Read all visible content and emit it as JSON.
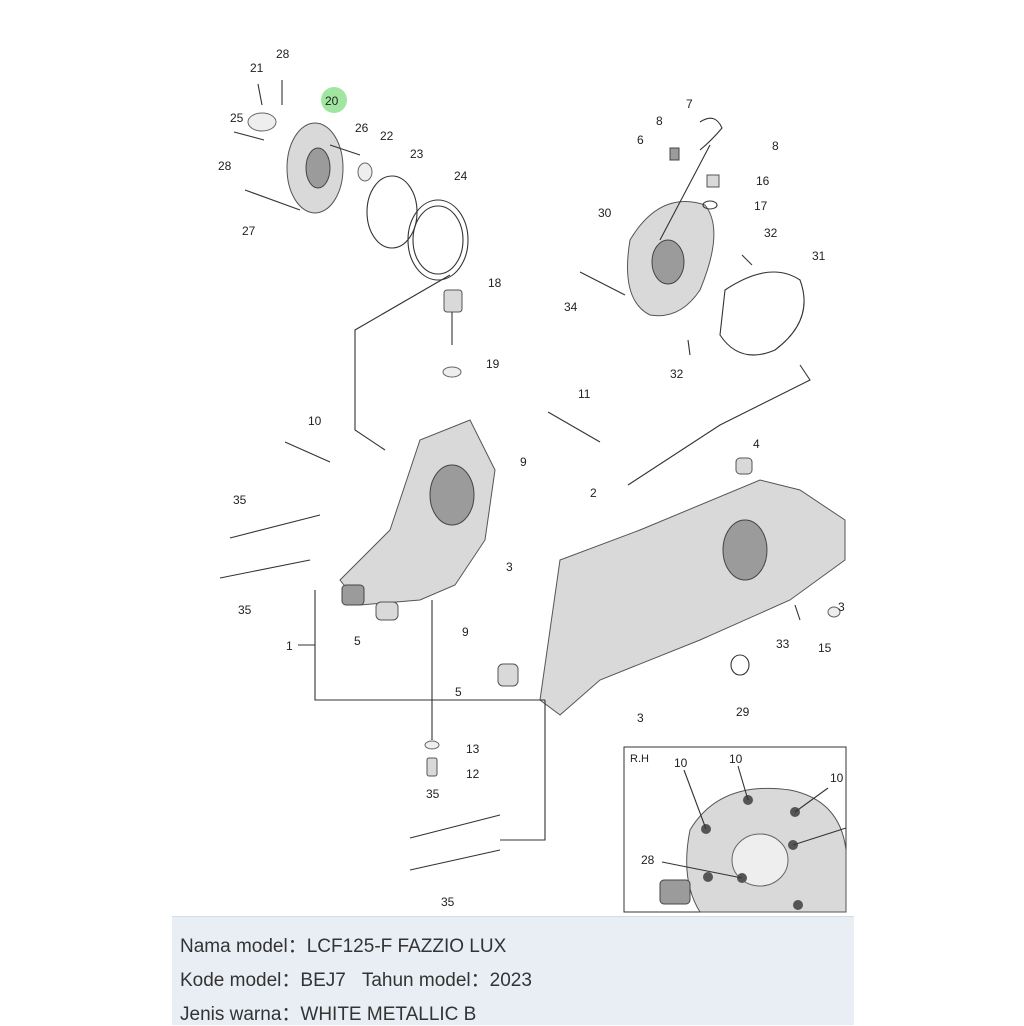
{
  "diagram": {
    "highlight_color": "#8fe08f",
    "labels": {
      "l1": "1",
      "l2": "2",
      "l3a": "3",
      "l3b": "3",
      "l3c": "3",
      "l4": "4",
      "l5a": "5",
      "l5b": "5",
      "l6": "6",
      "l7": "7",
      "l8a": "8",
      "l8b": "8",
      "l9a": "9",
      "l9b": "9",
      "l10": "10",
      "l11": "11",
      "l12": "12",
      "l13": "13",
      "l15": "15",
      "l16": "16",
      "l17": "17",
      "l18": "18",
      "l19": "19",
      "l20": "20",
      "l21": "21",
      "l22": "22",
      "l23": "23",
      "l24": "24",
      "l25": "25",
      "l26": "26",
      "l27": "27",
      "l28a": "28",
      "l28b": "28",
      "l29": "29",
      "l30": "30",
      "l31": "31",
      "l32a": "32",
      "l32b": "32",
      "l33": "33",
      "l34": "34",
      "l35a": "35",
      "l35b": "35",
      "l35c": "35",
      "l35d": "35"
    },
    "inset": {
      "title": "R.H",
      "labels": {
        "i10a": "10",
        "i10b": "10",
        "i10c": "10",
        "i28": "28"
      }
    }
  },
  "info": {
    "row1": {
      "label": "Nama model：",
      "value": "LCF125-F FAZZIO LUX"
    },
    "row2": {
      "label": "Kode model：",
      "value": "BEJ7",
      "label2": "Tahun model：",
      "value2": "2023"
    },
    "row3": {
      "label": "Jenis warna：",
      "value": "WHITE METALLIC B"
    }
  }
}
